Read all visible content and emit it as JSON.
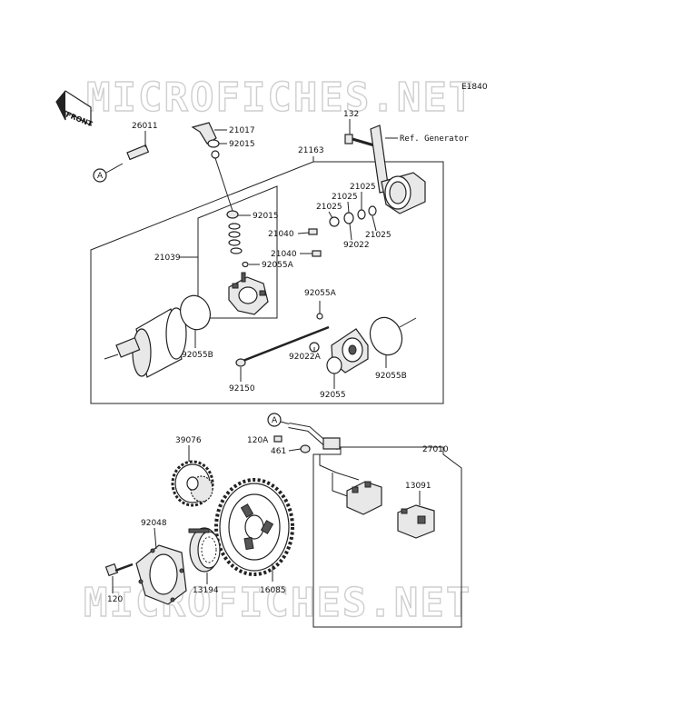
{
  "diagram_code": "E1840",
  "watermark": "MICROFICHES.NET",
  "front_label": "FRONT",
  "ref_label": "Ref. Generator",
  "callout_a": "A",
  "parts": {
    "p26011": "26011",
    "p21017": "21017",
    "p92015a": "92015",
    "p132": "132",
    "p21163": "21163",
    "p21025a": "21025",
    "p21025b": "21025",
    "p21025c": "21025",
    "p21025d": "21025",
    "p92022": "92022",
    "p92015b": "92015",
    "p21040a": "21040",
    "p21040b": "21040",
    "p92055Aa": "92055A",
    "p21039": "21039",
    "p92055Ab": "92055A",
    "p92055Ba": "92055B",
    "p92022A": "92022A",
    "p92055Bb": "92055B",
    "p92150": "92150",
    "p92055": "92055",
    "p120A": "120A",
    "p461": "461",
    "p27010": "27010",
    "p39076": "39076",
    "p13091": "13091",
    "p92048": "92048",
    "p120": "120",
    "p13194": "13194",
    "p16085": "16085"
  },
  "icons": {
    "front_arrow": "front-arrow-icon",
    "starter_motor": "starter-motor",
    "starter_relay": "starter-relay",
    "starter_clutch": "starter-clutch",
    "idle_gear": "idle-gear",
    "sprocket_gear": "clutch-gear"
  }
}
